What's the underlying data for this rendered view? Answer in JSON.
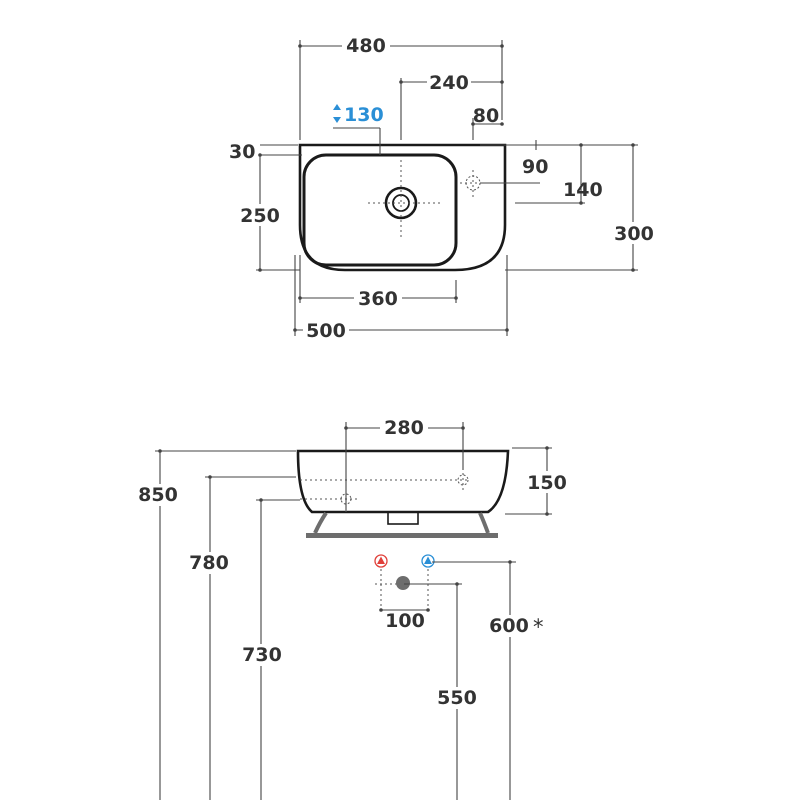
{
  "top_view": {
    "width_480": "480",
    "offset_240": "240",
    "offset_80": "80",
    "depth_130": "130",
    "rim_30": "30",
    "hole_90": "90",
    "hole_140": "140",
    "bowl_depth_250": "250",
    "overall_depth_300": "300",
    "bowl_width_360": "360",
    "overall_width_500": "500"
  },
  "side_view": {
    "fixing_280": "280",
    "height_150": "150",
    "height_850": "850",
    "height_780": "780",
    "height_730": "730",
    "inlet_spacing_100": "100",
    "height_600": "600",
    "asterisk": "*",
    "height_550": "550"
  },
  "colors": {
    "hot_water": "#e0403a",
    "cold_water": "#2a8fd6",
    "dimension_text": "#333333",
    "accent_blue": "#2a8fd6"
  },
  "icons": {
    "depth_arrow": "double-arrow-up-down-icon",
    "hot_inlet": "hot-water-triangle-icon",
    "cold_inlet": "cold-water-triangle-icon"
  }
}
